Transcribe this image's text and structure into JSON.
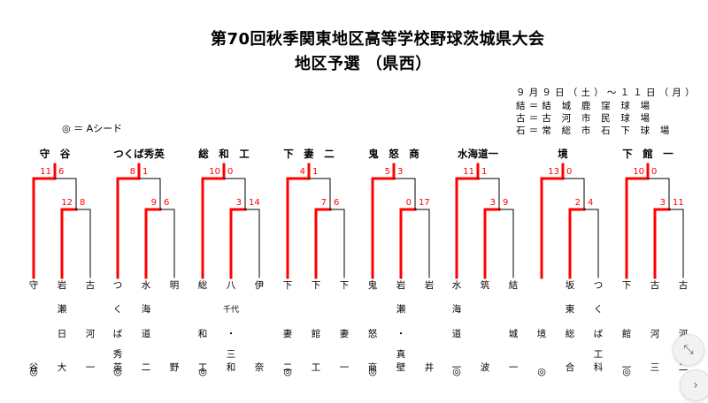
{
  "title": {
    "line1": "第70回秋季関東地区高等学校野球茨城県大会",
    "line2": "地区予選 （県西）"
  },
  "info": {
    "dates": "９月９日（土）～１１日（月）",
    "venue1": "結＝結 城 鹿 窪 球 場",
    "venue2": "古＝古 河 市 民 球 場",
    "venue3": "石＝常 総 市 石 下 球 場"
  },
  "legend": "◎ ＝ Aシード",
  "bracket": {
    "mark_color": "#ff0000",
    "line_color": "#000000",
    "blocks": [
      {
        "winner": "守　谷",
        "final_scores": [
          "11",
          "6"
        ],
        "semi_scores": [
          "12",
          "8"
        ],
        "teams": [
          {
            "name": [
              "守",
              "",
              "",
              "",
              "谷"
            ],
            "seed": true
          },
          {
            "name": [
              "岩",
              "瀬",
              "日",
              "",
              "大"
            ],
            "seed": false
          },
          {
            "name": [
              "古",
              "",
              "河",
              "",
              "一"
            ],
            "seed": false
          }
        ]
      },
      {
        "winner": "つくば秀英",
        "final_scores": [
          "8",
          "1"
        ],
        "semi_scores": [
          "9",
          "6"
        ],
        "teams": [
          {
            "name": [
              "つ",
              "く",
              "ば",
              "秀",
              "英"
            ],
            "seed": true
          },
          {
            "name": [
              "水",
              "海",
              "道",
              "",
              "二"
            ],
            "seed": false
          },
          {
            "name": [
              "明",
              "",
              "",
              "",
              "野"
            ],
            "seed": false
          }
        ]
      },
      {
        "winner": "総　和　工",
        "final_scores": [
          "10",
          "0"
        ],
        "semi_scores": [
          "3",
          "14"
        ],
        "teams": [
          {
            "name": [
              "総",
              "",
              "和",
              "",
              "工"
            ],
            "seed": true
          },
          {
            "name": [
              "八",
              "千代",
              "・",
              "三",
              "和"
            ],
            "seed": false
          },
          {
            "name": [
              "伊",
              "",
              "",
              "",
              "奈"
            ],
            "seed": false
          }
        ]
      },
      {
        "winner": "下　妻　二",
        "final_scores": [
          "4",
          "1"
        ],
        "semi_scores": [
          "7",
          "6"
        ],
        "teams": [
          {
            "name": [
              "下",
              "",
              "妻",
              "",
              "二"
            ],
            "seed": true
          },
          {
            "name": [
              "下",
              "",
              "館",
              "",
              "工"
            ],
            "seed": false
          },
          {
            "name": [
              "下",
              "",
              "妻",
              "",
              "一"
            ],
            "seed": false
          }
        ]
      },
      {
        "winner": "鬼　怒　商",
        "final_scores": [
          "5",
          "3"
        ],
        "semi_scores": [
          "0",
          "17"
        ],
        "teams": [
          {
            "name": [
              "鬼",
              "",
              "怒",
              "",
              "商"
            ],
            "seed": true
          },
          {
            "name": [
              "岩",
              "瀬",
              "・",
              "真",
              "壁"
            ],
            "seed": false
          },
          {
            "name": [
              "岩",
              "",
              "",
              "",
              "井"
            ],
            "seed": false
          }
        ]
      },
      {
        "winner": "水海道一",
        "final_scores": [
          "11",
          "1"
        ],
        "semi_scores": [
          "3",
          "9"
        ],
        "teams": [
          {
            "name": [
              "水",
              "海",
              "道",
              "",
              "一"
            ],
            "seed": true
          },
          {
            "name": [
              "筑",
              "",
              "",
              "",
              "波"
            ],
            "seed": false
          },
          {
            "name": [
              "結",
              "",
              "城",
              "",
              "一"
            ],
            "seed": false
          }
        ]
      },
      {
        "winner": "境",
        "final_scores": [
          "13",
          "0"
        ],
        "semi_scores": [
          "2",
          "4"
        ],
        "teams": [
          {
            "name": [
              "",
              "",
              "境",
              "",
              ""
            ],
            "seed": true
          },
          {
            "name": [
              "坂",
              "東",
              "総",
              "",
              "合"
            ],
            "seed": false
          },
          {
            "name": [
              "つ",
              "く",
              "ば",
              "工",
              "科"
            ],
            "seed": false
          }
        ]
      },
      {
        "winner": "下　館　一",
        "final_scores": [
          "10",
          "0"
        ],
        "semi_scores": [
          "3",
          "11"
        ],
        "teams": [
          {
            "name": [
              "下",
              "",
              "館",
              "",
              "一"
            ],
            "seed": true
          },
          {
            "name": [
              "古",
              "",
              "河",
              "",
              "三"
            ],
            "seed": false
          },
          {
            "name": [
              "古",
              "",
              "河",
              "",
              "二"
            ],
            "seed": false
          }
        ]
      }
    ]
  },
  "seed_mark": "◎",
  "icons": {
    "compress": "compress-icon",
    "next": "chevron-right-icon"
  }
}
